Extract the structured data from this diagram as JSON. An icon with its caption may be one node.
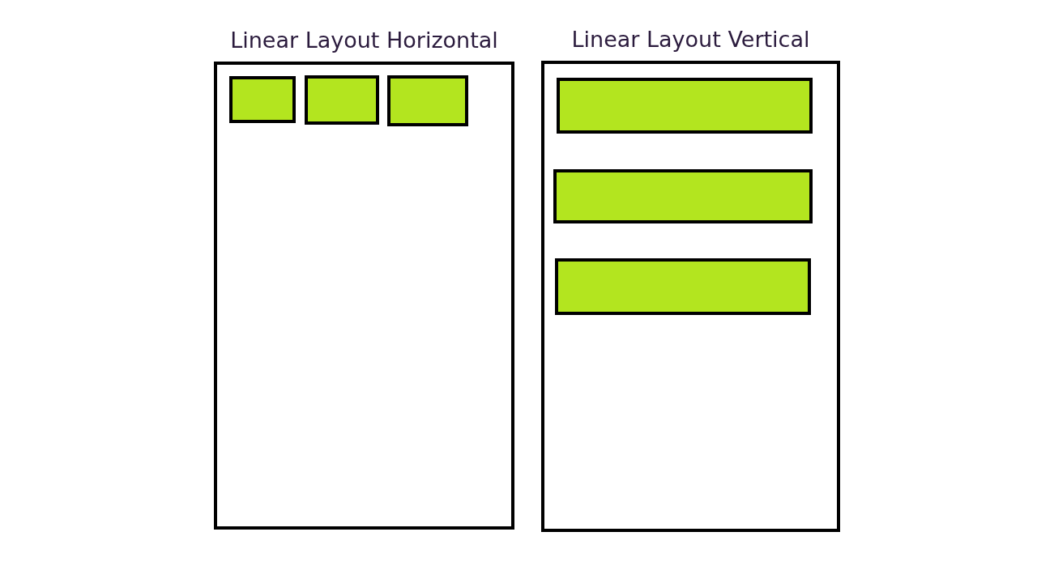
{
  "diagram": {
    "nodes": [
      {
        "text": [
          "Linear Layout Horizontal"
        ]
      },
      {
        "text": [],
        "shape": "box",
        "in": 0
      },
      {
        "text": [],
        "shape": "box",
        "in": 0
      },
      {
        "text": [],
        "shape": "box",
        "in": 0
      },
      {
        "text": [
          "Linear Layout Vertical"
        ]
      },
      {
        "text": [],
        "shape": "box",
        "in": 4
      },
      {
        "text": [],
        "shape": "box",
        "in": 4
      },
      {
        "text": [],
        "shape": "box",
        "in": 4
      }
    ]
  }
}
